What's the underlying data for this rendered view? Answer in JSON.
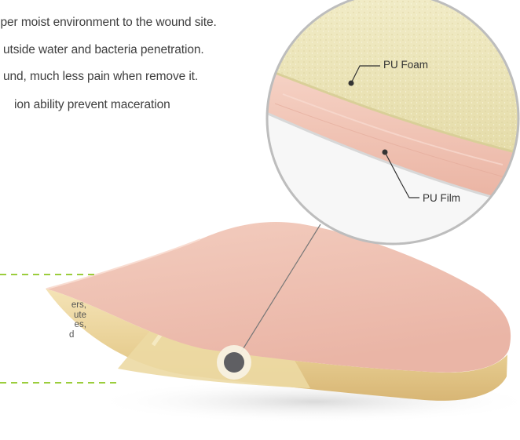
{
  "features": [
    "oper moist environment to the wound site.",
    "utside water and bacteria penetration.",
    "und, much less pain when remove it.",
    "ion ability prevent maceration"
  ],
  "layers": {
    "foam_label": "PU Foam",
    "film_label": "PU Film"
  },
  "side_note": [
    "ers,",
    "ute",
    "es,",
    "d"
  ],
  "colors": {
    "foam": "#ede7bf",
    "film": "#f1c6b8",
    "pad_top": "#efc0b2",
    "accent_dashes": "#9bcd3c",
    "circle_border": "#bdbdbd"
  }
}
